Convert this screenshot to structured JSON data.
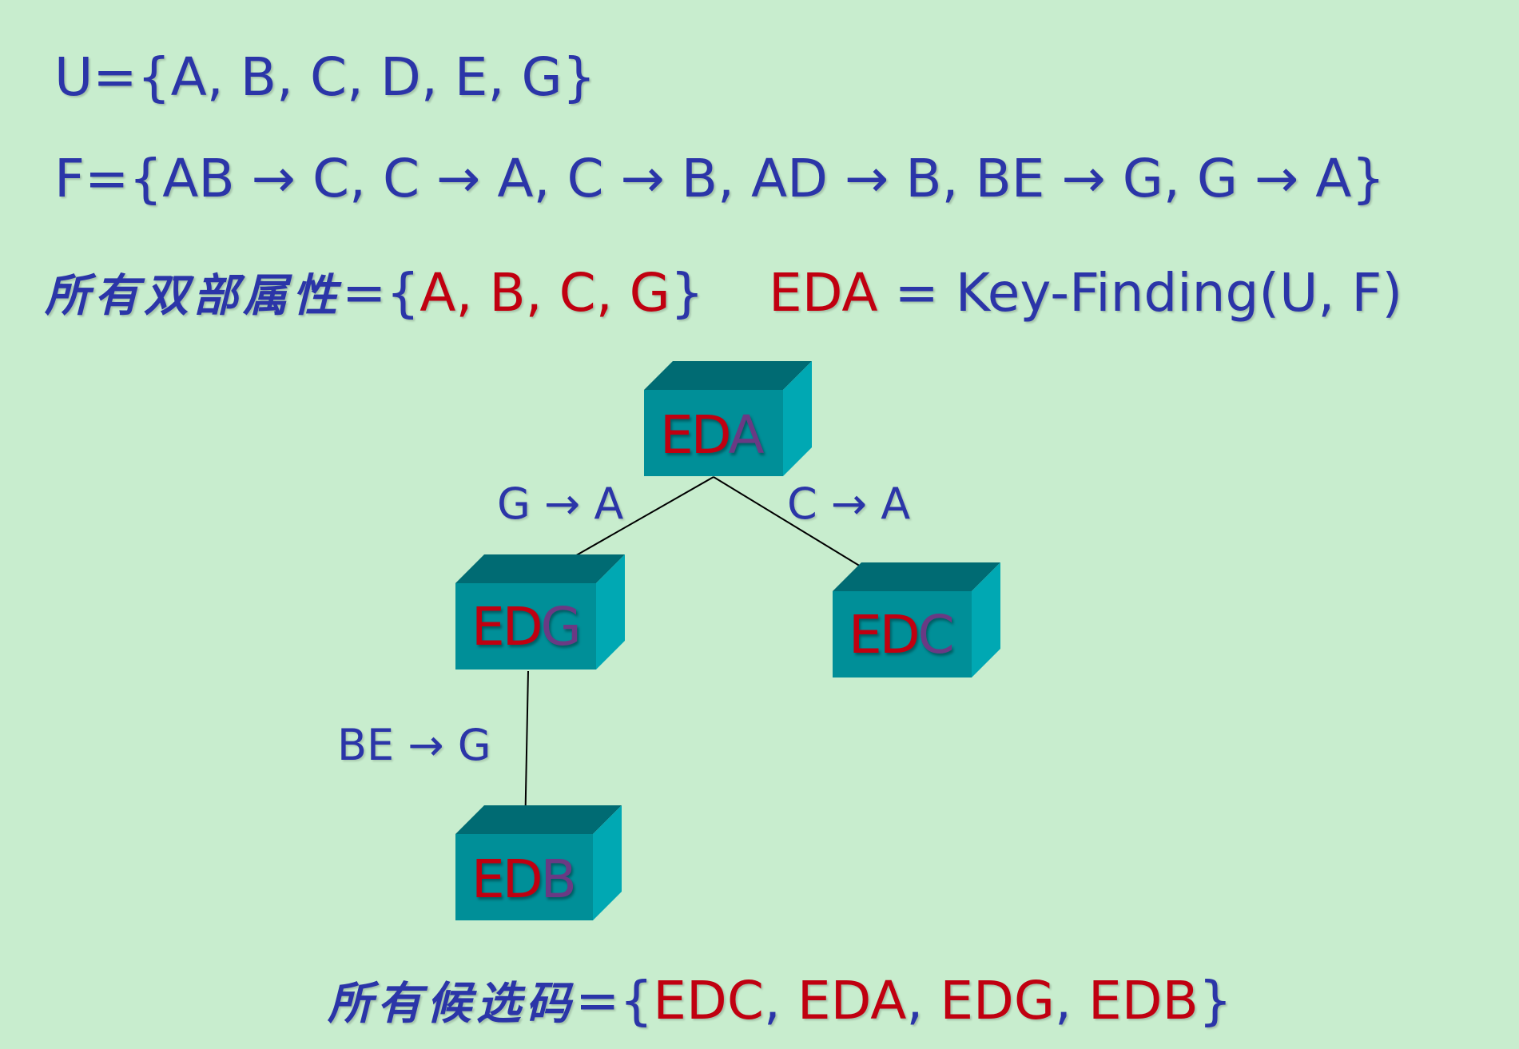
{
  "universe": {
    "prefix": "U={",
    "items": "A, B, C, D, E, G",
    "suffix": "}"
  },
  "fds": "F={AB → C, C → A, C → B, AD → B, BE → G, G → A}",
  "bilateral": {
    "label": "所有双部属性",
    "eq_open": "={",
    "values": "A, B, C, G",
    "close": "}"
  },
  "key_finding": {
    "lhs": "EDA",
    "rhs": " = Key-Finding(U, F)"
  },
  "nodes": [
    {
      "id": "eda",
      "prefix": "ED",
      "suffix": "A"
    },
    {
      "id": "edg",
      "prefix": "ED",
      "suffix": "G"
    },
    {
      "id": "edc",
      "prefix": "ED",
      "suffix": "C"
    },
    {
      "id": "edb",
      "prefix": "ED",
      "suffix": "B"
    }
  ],
  "edges": [
    {
      "from": "eda",
      "to": "edg",
      "label": "G → A"
    },
    {
      "from": "eda",
      "to": "edc",
      "label": "C → A"
    },
    {
      "from": "edg",
      "to": "edb",
      "label": "BE → G"
    }
  ],
  "candidates": {
    "label": "所有候选码",
    "eq_open": "={",
    "items": [
      "EDC",
      "EDA",
      "EDG",
      "EDB"
    ],
    "separator": ", ",
    "close": "}"
  },
  "colors": {
    "background": "#c8edce",
    "text_blue": "#2b35a8",
    "text_red": "#c00010",
    "box_front": "#008f98",
    "box_top": "#006b73",
    "box_side": "#00a8b3"
  }
}
